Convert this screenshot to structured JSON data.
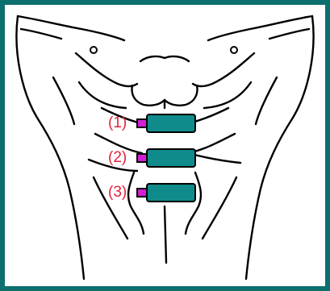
{
  "frame_color": "#0e6f6f",
  "placement_labels": [
    {
      "text": "(1)",
      "color": "#e3223a"
    },
    {
      "text": "(2)",
      "color": "#e3223a"
    },
    {
      "text": "(3)",
      "color": "#e3223a"
    }
  ],
  "sensor_colors": {
    "body": "#0f8b8b",
    "tip": "#d21fd6",
    "outline": "#000000"
  }
}
